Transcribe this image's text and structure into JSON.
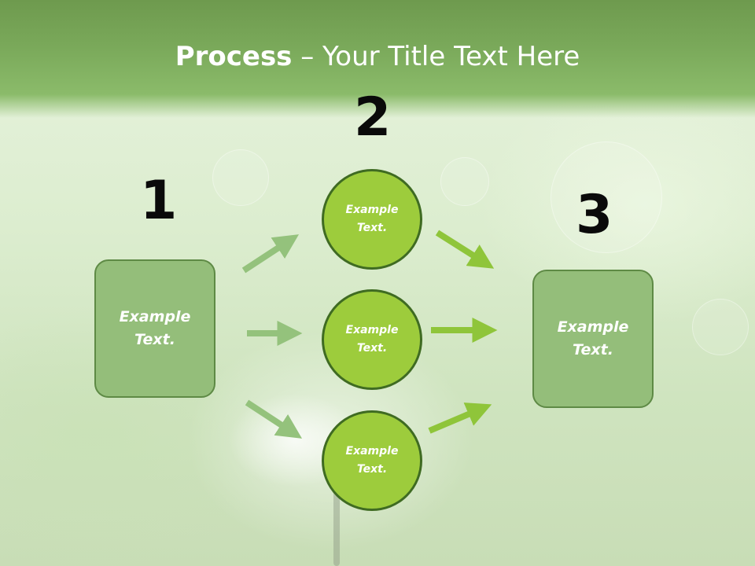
{
  "title": {
    "bold": "Process",
    "rest": " – Your Title Text Here"
  },
  "steps": [
    {
      "number": "1",
      "label": "Example Text."
    },
    {
      "number": "2",
      "label": "Example Text."
    },
    {
      "number": "3",
      "label": "Example Text."
    }
  ],
  "circles": [
    {
      "label": "Example Text."
    },
    {
      "label": "Example Text."
    },
    {
      "label": "Example Text."
    }
  ],
  "colors": {
    "title_band": "#7aa95a",
    "box_fill": "#94be7a",
    "circle_fill": "#9dcc3c",
    "circle_border": "#3f6b22",
    "arrow_left": "#94c27c",
    "arrow_right": "#8fc53a"
  }
}
